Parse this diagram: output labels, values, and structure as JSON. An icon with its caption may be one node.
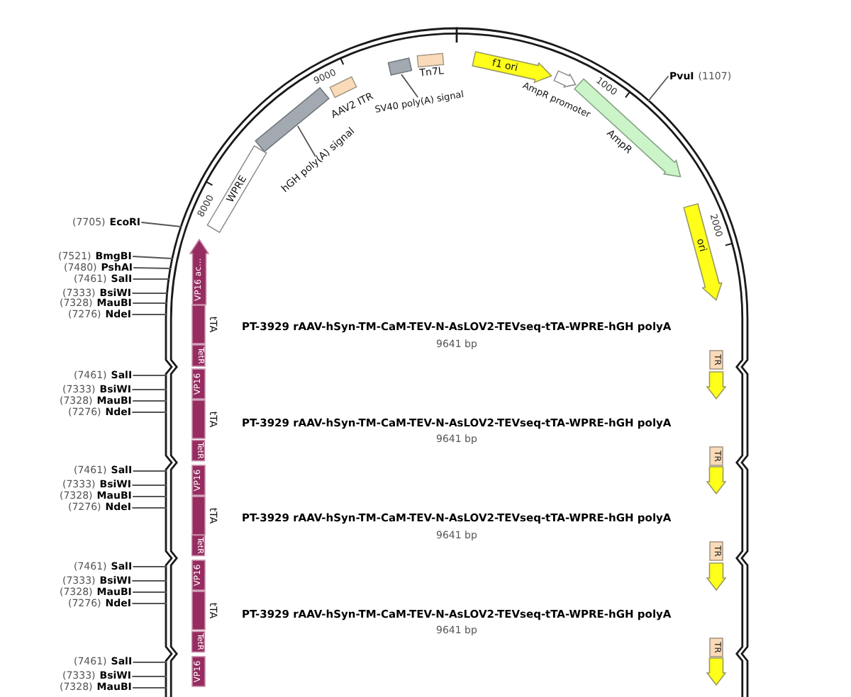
{
  "diagram": {
    "nodes": [
      {
        "text": [
          "AAV2 ITR"
        ]
      },
      {
        "text": [],
        "shape": "bar"
      },
      {
        "text": [
          "hGH poly(A) signal"
        ]
      },
      {
        "text": [],
        "shape": "bar"
      },
      {
        "text": [
          "SV40 poly(A) signal"
        ]
      },
      {
        "text": [
          "Tn7L"
        ]
      },
      {
        "text": [
          "f1 ori"
        ]
      },
      {
        "text": [
          "AmpR promoter"
        ]
      },
      {
        "text": [
          "AmpR"
        ]
      },
      {
        "text": [
          "PvuI",
          "(1107)"
        ]
      },
      {
        "text": [
          "WPRE"
        ]
      },
      {
        "text": [
          "ori"
        ]
      },
      {
        "text": [
          "(7705)",
          "EcoRI"
        ]
      },
      {
        "text": [
          "(7521)",
          "BmgBI"
        ]
      },
      {
        "text": [
          "(7480)",
          "PshAI"
        ]
      },
      {
        "text": [
          "(7461)",
          "SalI"
        ]
      },
      {
        "text": [
          "(7333)",
          "BsiWI"
        ]
      },
      {
        "text": [
          "(7328)",
          "MauBI"
        ]
      },
      {
        "text": [
          "(7276)",
          "NdeI"
        ]
      },
      {
        "text": [
          "VP16 ac…"
        ]
      },
      {
        "text": [
          "tTA"
        ]
      },
      {
        "text": [
          "TetR"
        ]
      },
      {
        "text": [
          "TR"
        ]
      },
      {
        "text": [],
        "shape": "arrow"
      },
      {
        "text": [
          "VP16"
        ]
      },
      {
        "text": [
          "(7461)",
          "SalI"
        ]
      },
      {
        "text": [
          "(7333)",
          "BsiWI"
        ]
      },
      {
        "text": [
          "(7328)",
          "MauBI"
        ]
      },
      {
        "text": [
          "(7276)",
          "NdeI"
        ]
      },
      {
        "text": [
          "tTA"
        ]
      },
      {
        "text": [
          "TetR"
        ]
      },
      {
        "text": [
          "TR"
        ]
      },
      {
        "text": [],
        "shape": "arrow"
      },
      {
        "text": [
          "VP16"
        ]
      },
      {
        "text": [
          "(7461)",
          "SalI"
        ]
      },
      {
        "text": [
          "(7333)",
          "BsiWI"
        ]
      },
      {
        "text": [
          "(7328)",
          "MauBI"
        ]
      },
      {
        "text": [
          "(7276)",
          "NdeI"
        ]
      },
      {
        "text": [
          "tTA"
        ]
      },
      {
        "text": [
          "TetR"
        ]
      },
      {
        "text": [
          "TR"
        ]
      },
      {
        "text": [],
        "shape": "arrow"
      },
      {
        "text": [
          "VP16"
        ]
      },
      {
        "text": [
          "(7461)",
          "SalI"
        ]
      },
      {
        "text": [
          "(7333)",
          "BsiWI"
        ]
      },
      {
        "text": [
          "(7328)",
          "MauBI"
        ]
      },
      {
        "text": [
          "(7276)",
          "NdeI"
        ]
      },
      {
        "text": [
          "tTA"
        ]
      },
      {
        "text": [
          "TetR"
        ]
      },
      {
        "text": [
          "TR"
        ]
      },
      {
        "text": [],
        "shape": "arrow"
      },
      {
        "text": [
          "VP16"
        ]
      },
      {
        "text": [
          "(7461)",
          "SalI"
        ]
      },
      {
        "text": [
          "(7333)",
          "BsiWI"
        ]
      },
      {
        "text": [
          "(7328)",
          "MauBI"
        ]
      }
    ],
    "edges": [
      {
        "from": 2,
        "to": 1,
        "arrow": "none"
      },
      {
        "from": 4,
        "to": 3,
        "arrow": "none"
      },
      {
        "from": 9,
        "to": null,
        "arrow": "none"
      },
      {
        "from": 12,
        "to": null,
        "arrow": "none"
      },
      {
        "from": 13,
        "to": null,
        "arrow": "none"
      },
      {
        "from": 14,
        "to": null,
        "arrow": "none"
      },
      {
        "from": 15,
        "to": null,
        "arrow": "none"
      },
      {
        "from": 16,
        "to": null,
        "arrow": "none"
      },
      {
        "from": 17,
        "to": null,
        "arrow": "none"
      },
      {
        "from": 18,
        "to": null,
        "arrow": "none"
      },
      {
        "from": 25,
        "to": null,
        "arrow": "none"
      },
      {
        "from": 26,
        "to": null,
        "arrow": "none"
      },
      {
        "from": 27,
        "to": null,
        "arrow": "none"
      },
      {
        "from": 28,
        "to": null,
        "arrow": "none"
      },
      {
        "from": 34,
        "to": null,
        "arrow": "none"
      },
      {
        "from": 35,
        "to": null,
        "arrow": "none"
      },
      {
        "from": 36,
        "to": null,
        "arrow": "none"
      },
      {
        "from": 37,
        "to": null,
        "arrow": "none"
      },
      {
        "from": 43,
        "to": null,
        "arrow": "none"
      },
      {
        "from": 44,
        "to": null,
        "arrow": "none"
      },
      {
        "from": 45,
        "to": null,
        "arrow": "none"
      },
      {
        "from": 46,
        "to": null,
        "arrow": "none"
      },
      {
        "from": 52,
        "to": null,
        "arrow": "none"
      },
      {
        "from": 53,
        "to": null,
        "arrow": "none"
      },
      {
        "from": 54,
        "to": null,
        "arrow": "none"
      }
    ],
    "labels": [
      "9000",
      "1000",
      "8000",
      "2000",
      "PT-3929 rAAV-hSyn-TM-CaM-TEV-N-AsLOV2-TEVseq-tTA-WPRE-hGH polyA",
      "9641 bp",
      "PT-3929 rAAV-hSyn-TM-CaM-TEV-N-AsLOV2-TEVseq-tTA-WPRE-hGH polyA",
      "9641 bp",
      "PT-3929 rAAV-hSyn-TM-CaM-TEV-N-AsLOV2-TEVseq-tTA-WPRE-hGH polyA",
      "9641 bp",
      "PT-3929 rAAV-hSyn-TM-CaM-TEV-N-AsLOV2-TEVseq-tTA-WPRE-hGH polyA",
      "9641 bp"
    ]
  }
}
